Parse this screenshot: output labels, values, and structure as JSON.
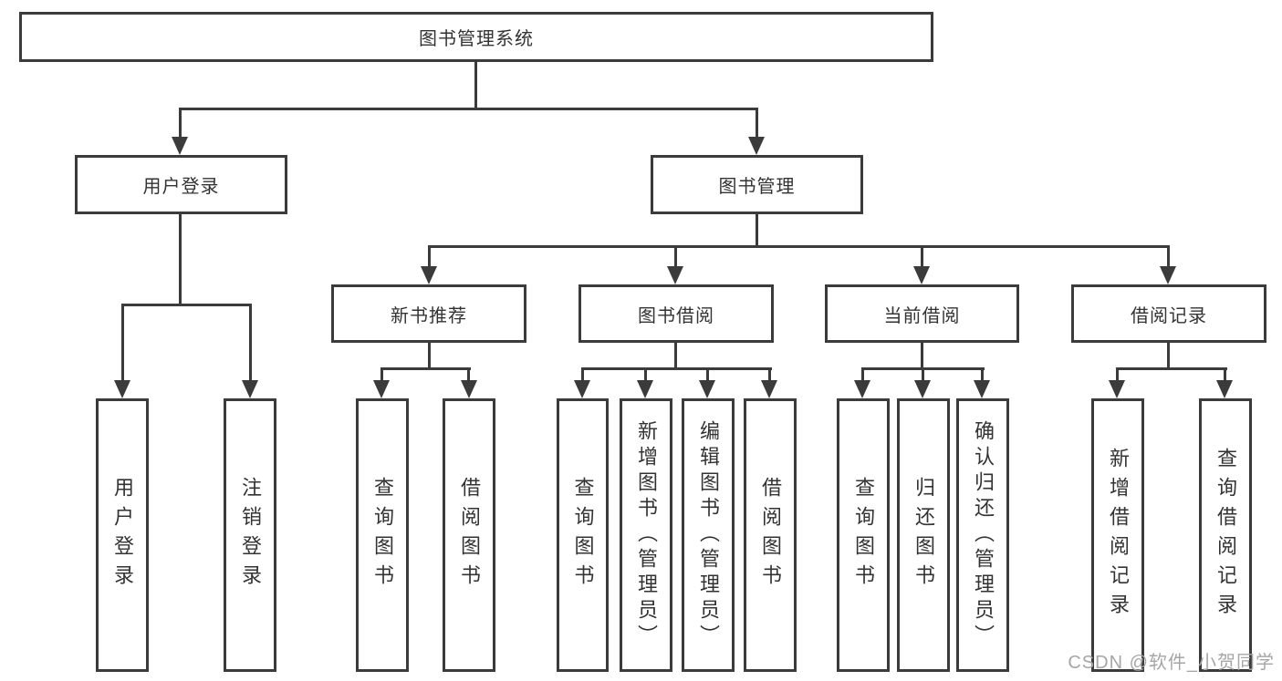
{
  "tree": {
    "root": {
      "label": "图书管理系统",
      "children": [
        {
          "label": "用户登录",
          "children": [
            {
              "label": "用户登录"
            },
            {
              "label": "注销登录"
            }
          ]
        },
        {
          "label": "图书管理",
          "children": [
            {
              "label": "新书推荐",
              "children": [
                {
                  "label": "查询图书"
                },
                {
                  "label": "借阅图书"
                }
              ]
            },
            {
              "label": "图书借阅",
              "children": [
                {
                  "label": "查询图书"
                },
                {
                  "label": "新增图书（管理员）"
                },
                {
                  "label": "编辑图书（管理员）"
                },
                {
                  "label": "借阅图书"
                }
              ]
            },
            {
              "label": "当前借阅",
              "children": [
                {
                  "label": "查询图书"
                },
                {
                  "label": "归还图书"
                },
                {
                  "label": "确认归还（管理员）"
                }
              ]
            },
            {
              "label": "借阅记录",
              "children": [
                {
                  "label": "新增借阅记录"
                },
                {
                  "label": "查询借阅记录"
                }
              ]
            }
          ]
        }
      ]
    }
  },
  "watermark": {
    "text": "CSDN @软件_小贺同学"
  },
  "colors": {
    "line": "#3b3b3b",
    "text": "#333333",
    "background": "#ffffff",
    "watermark": "#a6a6a6"
  }
}
